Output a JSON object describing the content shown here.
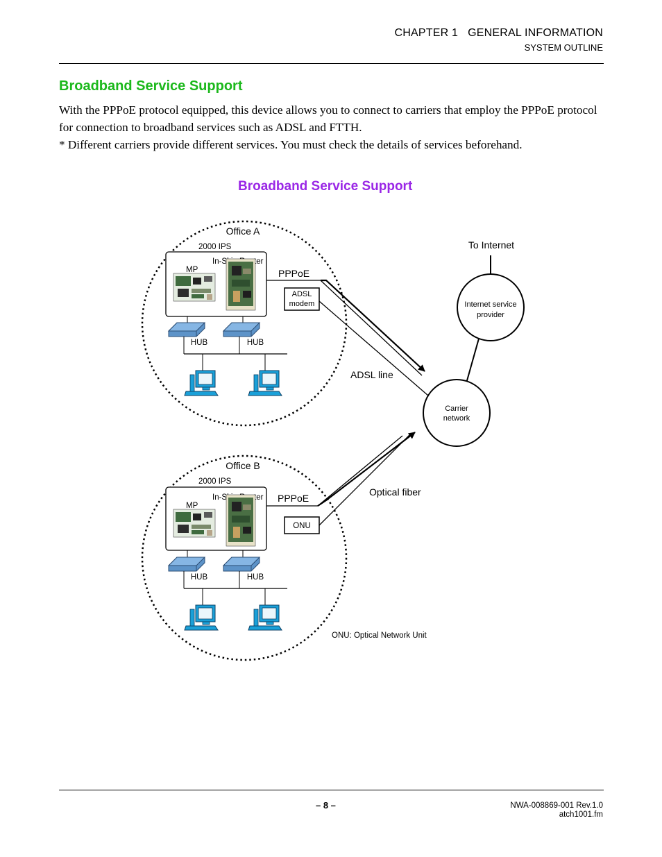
{
  "header": {
    "chapter": "CHAPTER 1   GENERAL INFORMATION",
    "section": "SYSTEM OUTLINE"
  },
  "section_title": "Broadband Service Support",
  "body": {
    "paragraph": "With the PPPoE protocol equipped, this device allows you to connect to carriers that employ the PPPoE protocol for connection to broadband services such as ADSL and FTTH.",
    "note": "* Different carriers provide different services. You must check the details of services beforehand."
  },
  "figure": {
    "title": "Broadband Service Support",
    "office_a": {
      "name": "Office A",
      "system": "2000 IPS",
      "mp": "MP",
      "router": "In-Skin Router",
      "protocol": "PPPoE",
      "device_line1": "ADSL",
      "device_line2": "modem",
      "hub1": "HUB",
      "hub2": "HUB"
    },
    "office_b": {
      "name": "Office B",
      "system": "2000 IPS",
      "mp": "MP",
      "router": "In-Skin Router",
      "protocol": "PPPoE",
      "device": "ONU",
      "hub1": "HUB",
      "hub2": "HUB"
    },
    "to_internet": "To Internet",
    "isp_line1": "Internet service",
    "isp_line2": "provider",
    "carrier_line1": "Carrier",
    "carrier_line2": "network",
    "adsl_line": "ADSL line",
    "optical_fiber": "Optical fiber",
    "onu_legend": "ONU: Optical Network Unit",
    "colors": {
      "hub": "#5d93c8",
      "monitor": "#1aa0d8",
      "board": "#3f6b3f"
    }
  },
  "footer": {
    "page": "– 8 –",
    "doc_id": "NWA-008869-001 Rev.1.0",
    "file": "atch1001.fm"
  }
}
